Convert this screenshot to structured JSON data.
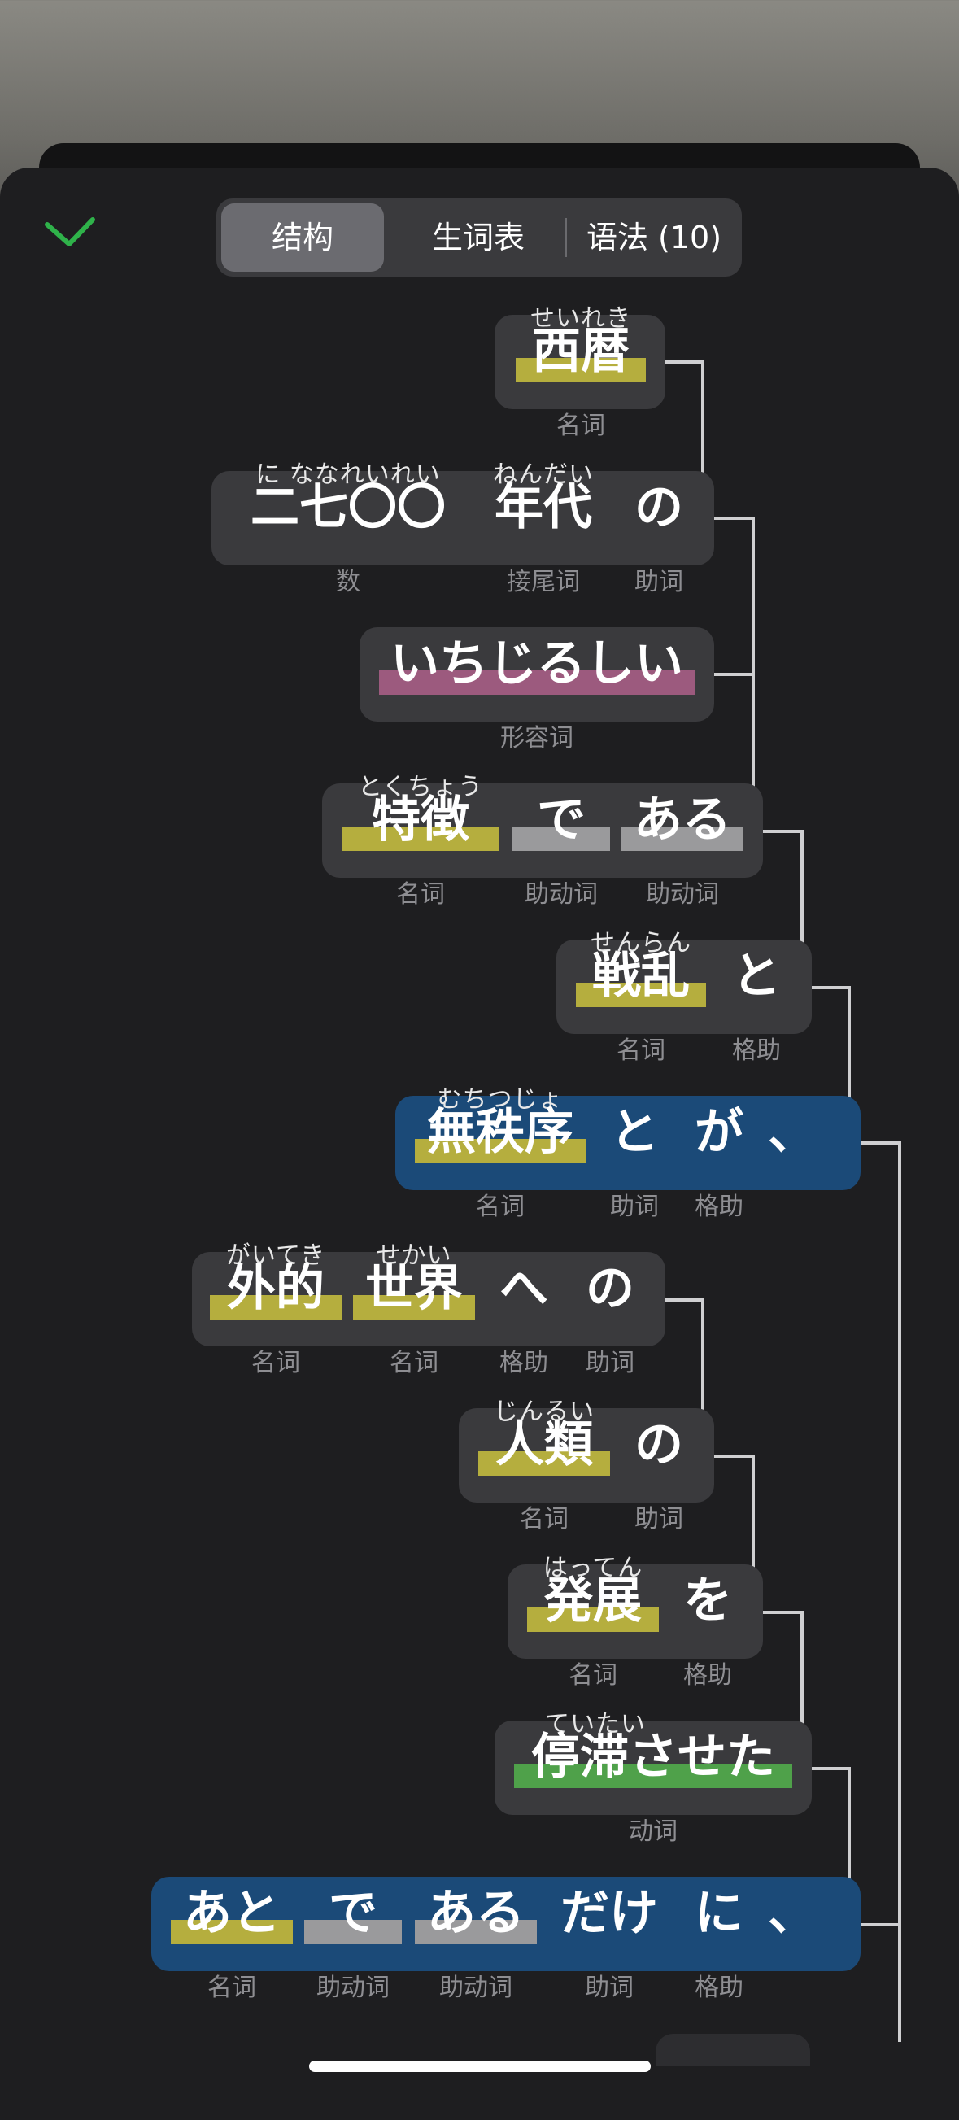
{
  "tabs": [
    {
      "label": "结构",
      "active": true
    },
    {
      "label": "生词表",
      "active": false
    },
    {
      "label": "语法 (10)",
      "active": false
    }
  ],
  "colors": {
    "noun": "#b5ae3e",
    "adjective": "#9c5a7e",
    "auxiliary": "#9a9a9c",
    "verb": "#4fa14a",
    "highlight_box": "#1b4a78",
    "check": "#2fb24a"
  },
  "phrases": [
    {
      "words": [
        {
          "base": "西暦",
          "furigana": "せいれき",
          "pos": "名词",
          "bar": "noun"
        }
      ]
    },
    {
      "words": [
        {
          "base": "二七〇〇",
          "furigana": "に ななれいれい",
          "pos": "数",
          "bar": "none"
        },
        {
          "base": "年代",
          "furigana": "ねんだい",
          "pos": "接尾词",
          "bar": "none"
        },
        {
          "base": "の",
          "furigana": "",
          "pos": "助词",
          "bar": "none"
        }
      ]
    },
    {
      "words": [
        {
          "base": "いちじるしい",
          "furigana": "",
          "pos": "形容词",
          "bar": "adj"
        }
      ]
    },
    {
      "words": [
        {
          "base": "特徴",
          "furigana": "とくちょう",
          "pos": "名词",
          "bar": "noun"
        },
        {
          "base": "で",
          "furigana": "",
          "pos": "助动词",
          "bar": "aux"
        },
        {
          "base": "ある",
          "furigana": "",
          "pos": "助动词",
          "bar": "aux"
        }
      ]
    },
    {
      "words": [
        {
          "base": "戦乱",
          "furigana": "せんらん",
          "pos": "名词",
          "bar": "noun"
        },
        {
          "base": "と",
          "furigana": "",
          "pos": "格助",
          "bar": "none"
        }
      ]
    },
    {
      "words": [
        {
          "base": "無秩序",
          "furigana": "むちつじょ",
          "pos": "名词",
          "bar": "noun"
        },
        {
          "base": "と",
          "furigana": "",
          "pos": "助词",
          "bar": "none"
        },
        {
          "base": "が",
          "furigana": "",
          "pos": "格助",
          "bar": "none"
        },
        {
          "base": "、",
          "furigana": "",
          "pos": "",
          "bar": "none"
        }
      ]
    },
    {
      "words": [
        {
          "base": "外的",
          "furigana": "がいてき",
          "pos": "名词",
          "bar": "noun"
        },
        {
          "base": "世界",
          "furigana": "せかい",
          "pos": "名词",
          "bar": "noun"
        },
        {
          "base": "へ",
          "furigana": "",
          "pos": "格助",
          "bar": "none"
        },
        {
          "base": "の",
          "furigana": "",
          "pos": "助词",
          "bar": "none"
        }
      ]
    },
    {
      "words": [
        {
          "base": "人類",
          "furigana": "じんるい",
          "pos": "名词",
          "bar": "noun"
        },
        {
          "base": "の",
          "furigana": "",
          "pos": "助词",
          "bar": "none"
        }
      ]
    },
    {
      "words": [
        {
          "base": "発展",
          "furigana": "はってん",
          "pos": "名词",
          "bar": "noun"
        },
        {
          "base": "を",
          "furigana": "",
          "pos": "格助",
          "bar": "none"
        }
      ]
    },
    {
      "words": [
        {
          "base": "停滞させた",
          "furigana": "ていたい",
          "pos": "动词",
          "bar": "verb"
        }
      ]
    },
    {
      "words": [
        {
          "base": "あと",
          "furigana": "",
          "pos": "名词",
          "bar": "noun"
        },
        {
          "base": "で",
          "furigana": "",
          "pos": "助动词",
          "bar": "aux"
        },
        {
          "base": "ある",
          "furigana": "",
          "pos": "助动词",
          "bar": "aux"
        },
        {
          "base": "だけ",
          "furigana": "",
          "pos": "助词",
          "bar": "none"
        },
        {
          "base": "に",
          "furigana": "",
          "pos": "格助",
          "bar": "none"
        },
        {
          "base": "、",
          "furigana": "",
          "pos": "",
          "bar": "none"
        }
      ]
    }
  ]
}
